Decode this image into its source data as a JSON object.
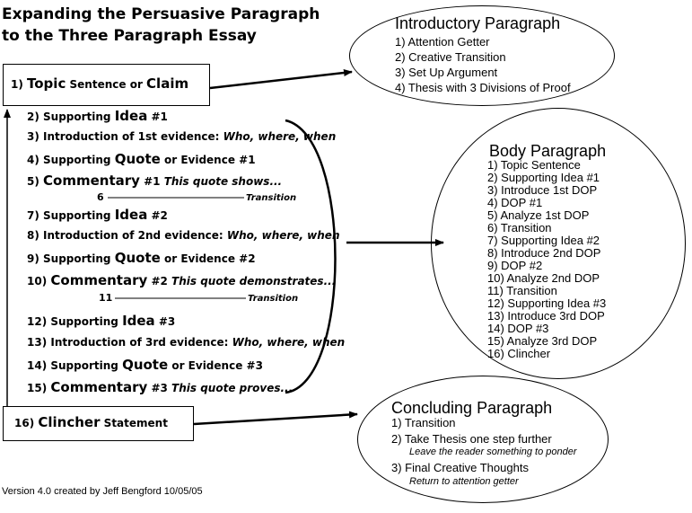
{
  "title": {
    "line1": "Expanding the Persuasive Paragraph",
    "line2": "to the Three Paragraph Essay"
  },
  "topic_box": {
    "num": "1) ",
    "big1": "Topic",
    "mid": " Sentence or ",
    "big2": "Claim"
  },
  "clincher_box": {
    "num": "16) ",
    "big": "Clincher",
    "rest": " Statement"
  },
  "steps": {
    "s2": {
      "num": "2) Supporting ",
      "big": "Idea",
      "rest": " #1"
    },
    "s3": {
      "lead": "3) Introduction of 1st evidence: ",
      "ital": "Who, where, when"
    },
    "s4": {
      "num": "4) Supporting ",
      "big": "Quote",
      "rest": " or Evidence #1"
    },
    "s5": {
      "num": "5) ",
      "big": "Commentary",
      "rest": " #1 ",
      "ital": "This quote shows..."
    },
    "t6": {
      "num": "6",
      "label": "Transition"
    },
    "s7": {
      "num": "7) Supporting ",
      "big": "Idea",
      "rest": " #2"
    },
    "s8": {
      "lead": "8) Introduction of 2nd evidence: ",
      "ital": "Who, where, when"
    },
    "s9": {
      "num": "9) Supporting ",
      "big": "Quote",
      "rest": " or Evidence #2"
    },
    "s10": {
      "num": "10) ",
      "big": "Commentary",
      "rest": " #2 ",
      "ital": "This quote demonstrates..."
    },
    "t11": {
      "num": "11",
      "label": "Transition"
    },
    "s12": {
      "num": "12) Supporting ",
      "big": "Idea",
      "rest": " #3"
    },
    "s13": {
      "lead": "13) Introduction of 3rd evidence: ",
      "ital": "Who, where, when"
    },
    "s14": {
      "num": "14) Supporting ",
      "big": "Quote",
      "rest": " or Evidence #3"
    },
    "s15": {
      "num": "15) ",
      "big": "Commentary",
      "rest": " #3 ",
      "ital": "This quote proves..."
    }
  },
  "intro": {
    "title": "Introductory Paragraph",
    "items": [
      "1) Attention Getter",
      "2) Creative Transition",
      "3) Set Up Argument",
      "4) Thesis with 3 Divisions of Proof"
    ]
  },
  "body": {
    "title": "Body Paragraph",
    "items": [
      "1) Topic Sentence",
      "2) Supporting Idea #1",
      "3) Introduce 1st DOP",
      "4) DOP #1",
      "5) Analyze 1st DOP",
      "6) Transition",
      "7) Supporting Idea #2",
      "8) Introduce 2nd DOP",
      "9) DOP #2",
      "10) Analyze 2nd DOP",
      "11) Transition",
      "12) Supporting Idea #3",
      "13) Introduce 3rd DOP",
      "14) DOP #3",
      "15) Analyze 3rd DOP",
      "16) Clincher"
    ]
  },
  "conclusion": {
    "title": "Concluding Paragraph",
    "item1": "1) Transition",
    "item2": "2) Take Thesis one step further",
    "sub2": "Leave the reader something to ponder",
    "item3": "3) Final Creative Thoughts",
    "sub3": "Return to attention getter"
  },
  "footer": "Version 4.0 created by Jeff Bengford 10/05/05"
}
